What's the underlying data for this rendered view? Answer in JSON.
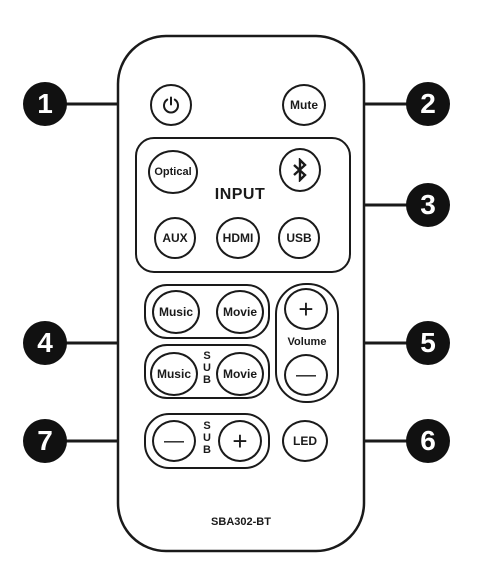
{
  "callouts": [
    "1",
    "2",
    "3",
    "4",
    "5",
    "6",
    "7"
  ],
  "buttons": {
    "power": "power-icon",
    "mute": "Mute",
    "optical": "Optical",
    "bluetooth": "bluetooth-icon",
    "aux": "AUX",
    "hdmi": "HDMI",
    "usb": "USB",
    "music": "Music",
    "movie": "Movie",
    "sub_music": "Music",
    "sub_movie": "Movie",
    "vol_plus": "+",
    "vol_minus": "—",
    "sub_minus": "—",
    "sub_plus": "+",
    "led": "LED"
  },
  "labels": {
    "input": "INPUT",
    "volume": "Volume",
    "sub_letters_1": [
      "S",
      "U",
      "B"
    ],
    "sub_letters_2": [
      "S",
      "U",
      "B"
    ],
    "model": "SBA302-BT"
  }
}
